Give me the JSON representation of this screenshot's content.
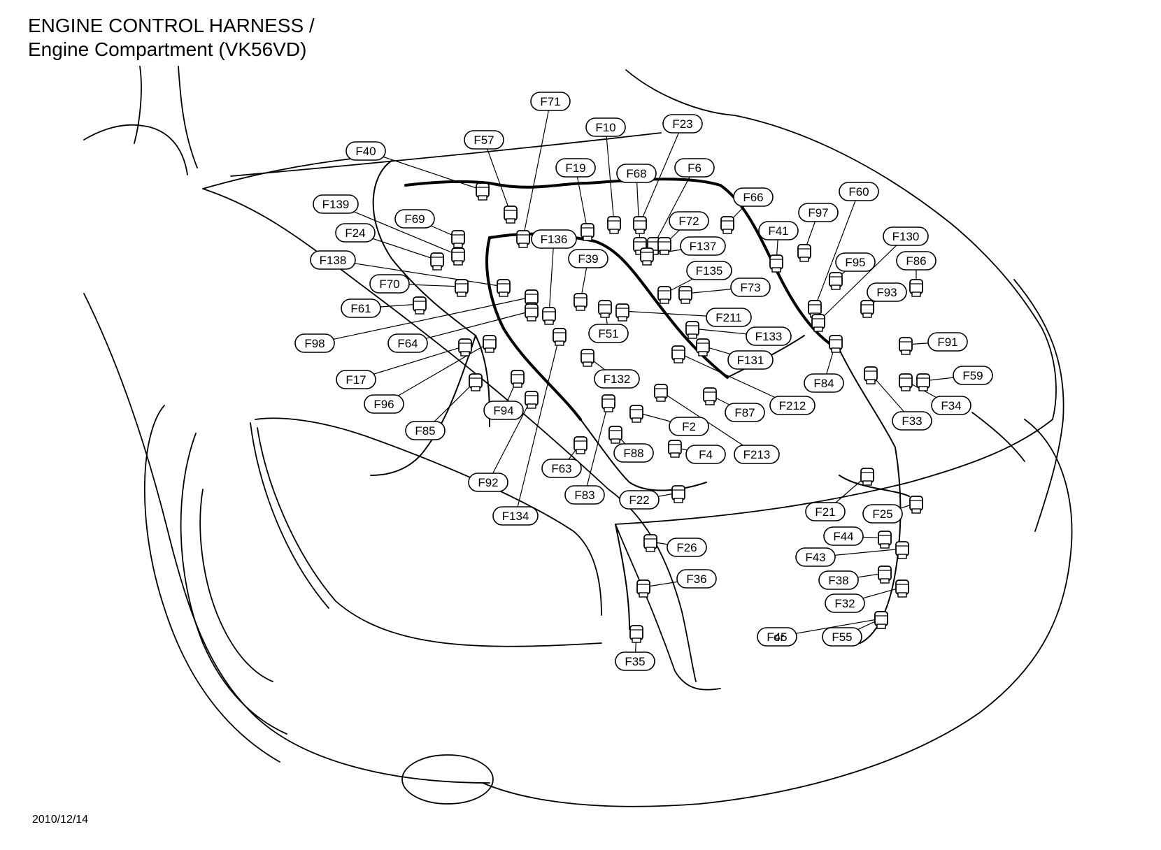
{
  "header": {
    "title_line1": "ENGINE CONTROL HARNESS /",
    "title_line2": "Engine Compartment (VK56VD)"
  },
  "footer": {
    "date": "2010/12/14"
  },
  "connector_separator": "or",
  "connectors": [
    "F71",
    "F10",
    "F23",
    "F57",
    "F40",
    "F19",
    "F68",
    "F6",
    "F66",
    "F60",
    "F139",
    "F69",
    "F72",
    "F97",
    "F41",
    "F24",
    "F136",
    "F137",
    "F130",
    "F39",
    "F95",
    "F86",
    "F138",
    "F135",
    "F70",
    "F73",
    "F93",
    "F61",
    "F211",
    "F51",
    "F133",
    "F98",
    "F64",
    "F91",
    "F131",
    "F84",
    "F59",
    "F17",
    "F132",
    "F212",
    "F34",
    "F96",
    "F94",
    "F87",
    "F33",
    "F2",
    "F85",
    "F88",
    "F4",
    "F213",
    "F63",
    "F92",
    "F83",
    "F22",
    "F134",
    "F21",
    "F25",
    "F44",
    "F26",
    "F43",
    "F36",
    "F38",
    "F32",
    "F45",
    "F55",
    "F35"
  ]
}
